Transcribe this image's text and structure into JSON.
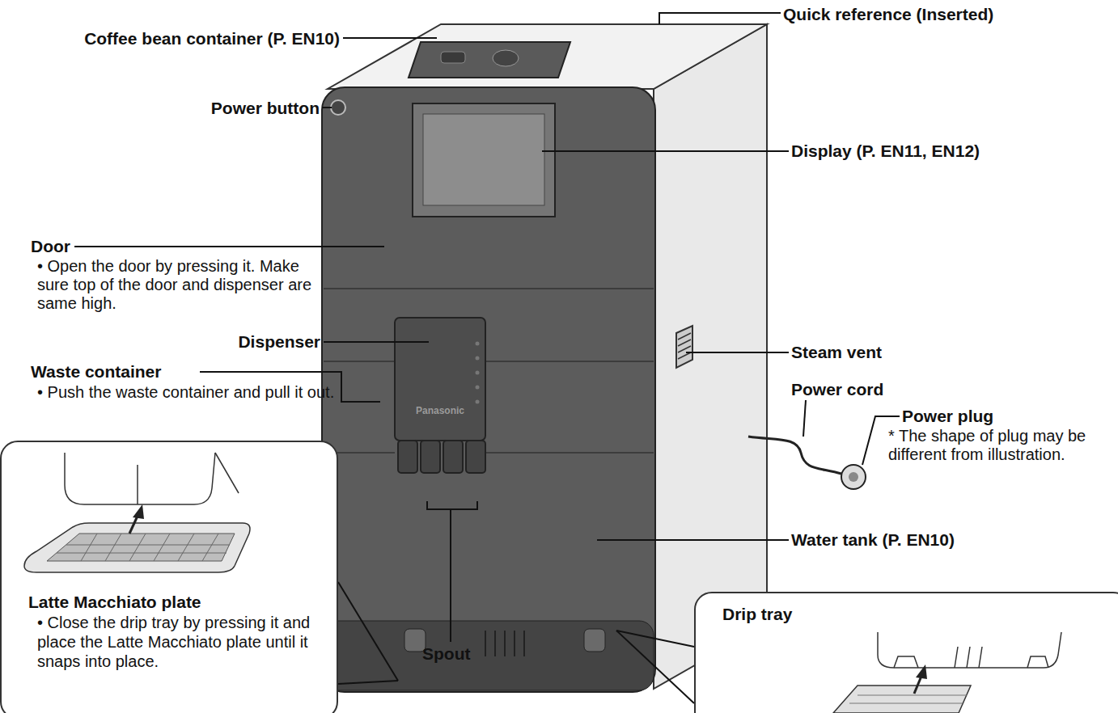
{
  "diagram": {
    "nodes": [
      {
        "text": [
          "Latte Macchiato plate",
          "• Close the drip tray by pressing it and place the Latte Macchiato plate until it snaps into place."
        ]
      },
      {
        "text": [
          "Drip tray"
        ]
      }
    ],
    "labels": [
      "Quick reference (Inserted)",
      "Coffee bean container (P. EN10)",
      "Power button",
      "Display (P. EN11, EN12)",
      "Door",
      "• Open the door by pressing it. Make sure top of the door and dispenser are same high.",
      "Dispenser",
      "Waste container",
      "• Push the waste container and pull it out.",
      "Steam vent",
      "Power cord",
      "Power plug",
      "* The shape of plug may be different from illustration.",
      "Water tank (P. EN10)",
      "Spout",
      "Panasonic"
    ]
  }
}
